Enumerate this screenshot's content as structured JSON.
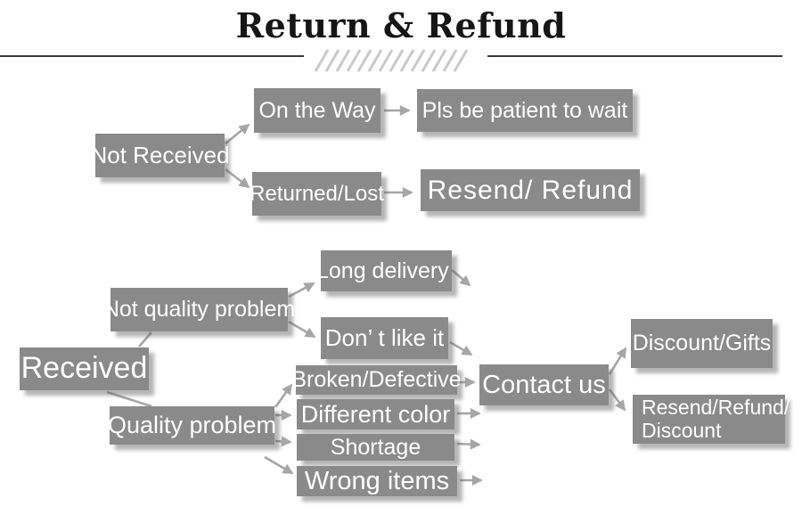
{
  "title": "Return & Refund",
  "colors": {
    "page_bg": "#ffffff",
    "box_bg": "#8a8a8a",
    "box_text": "#ffffff",
    "arrow": "#a6a6a6",
    "title_text": "#151515",
    "divider_line": "#3a3a3a",
    "hatch": "#c9c9c9"
  },
  "flow_not_received": {
    "not_received": "Not Received",
    "on_the_way": "On the Way",
    "returned_lost": "Returned/Lost",
    "pls_be_patient": "Pls be patient to wait",
    "resend_refund": "Resend/ Refund"
  },
  "flow_received": {
    "received": "Received",
    "not_quality_problem": "Not quality problem",
    "long_delivery": "Long delivery",
    "dont_like_it": "Don’ t like it",
    "quality_problem": "Quality problem",
    "broken_defective": "Broken/Defective",
    "different_color": "Different color",
    "shortage": "Shortage",
    "wrong_items": "Wrong items",
    "contact_us": "Contact us",
    "discount_gifts": "Discount/Gifts",
    "resend_refund_discount": "Resend/Refund/\nDiscount"
  }
}
